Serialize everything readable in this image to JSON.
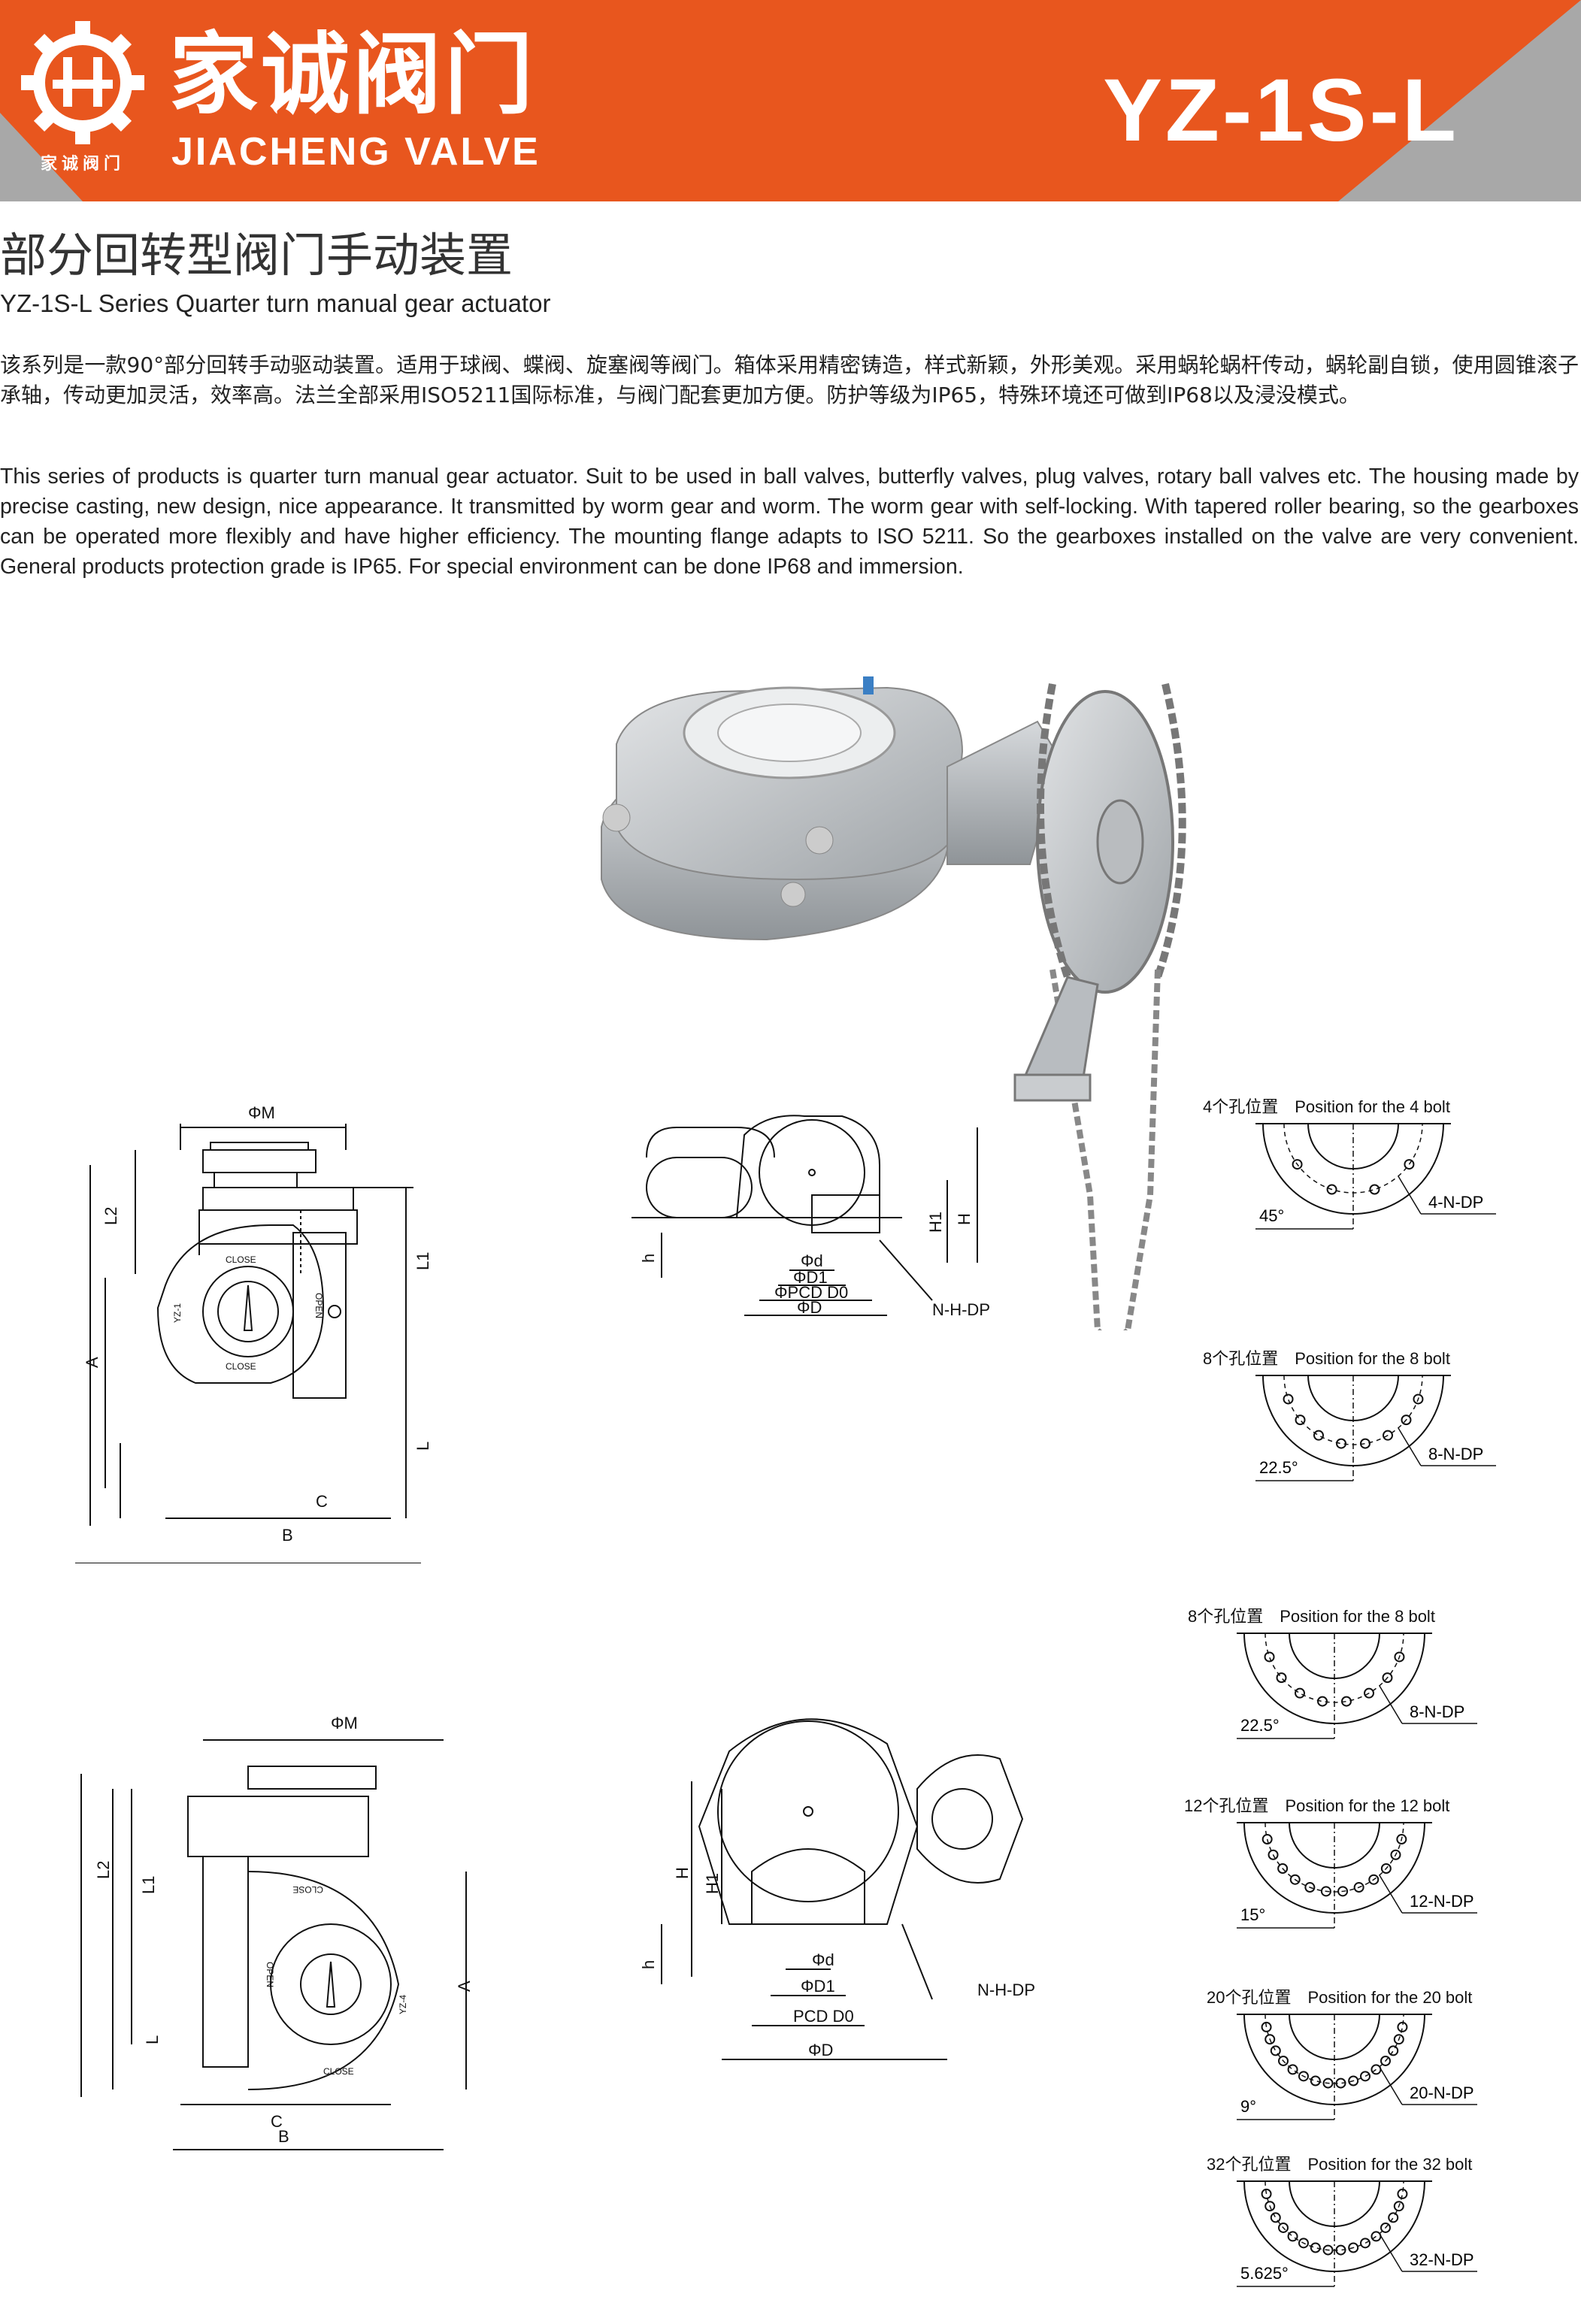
{
  "header": {
    "brand_cn": "家诚阀门",
    "brand_en": "JIACHENG VALVE",
    "brand_small": "家诚阀门",
    "model": "YZ-1S-L",
    "colors": {
      "orange": "#e8561e",
      "gray": "#a8a8a8"
    }
  },
  "title": {
    "cn": "部分回转型阀门手动装置",
    "en": "YZ-1S-L Series Quarter turn manual gear actuator"
  },
  "description": {
    "cn": "该系列是一款90°部分回转手动驱动装置。适用于球阀、蝶阀、旋塞阀等阀门。箱体采用精密铸造，样式新颖，外形美观。采用蜗轮蜗杆传动，蜗轮副自锁，使用圆锥滚子承轴，传动更加灵活，效率高。法兰全部采用ISO5211国际标准，与阀门配套更加方便。防护等级为IP65，特殊环境还可做到IP68以及浸没模式。",
    "en": "This series of products is quarter turn manual gear actuator. Suit to be used in ball valves, butterfly valves, plug valves, rotary ball valves etc. The housing made by precise casting, new design, nice appearance. It transmitted by worm gear and worm. The worm gear with self-locking. With tapered roller bearing, so the gearboxes can be operated more flexibly and have higher efficiency. The mounting flange adapts to ISO 5211. So the gearboxes installed on the valve are very convenient. General products protection grade is IP65. For special environment can be done IP68 and immersion."
  },
  "drawing1": {
    "side": {
      "phiM": "ΦM",
      "L2": "L2",
      "L1": "L1",
      "A": "A",
      "L": "L",
      "C": "C",
      "B": "B",
      "close": "CLOSE",
      "open": "OPEN",
      "model": "YZ-1"
    },
    "front": {
      "H": "H",
      "H1": "H1",
      "h": "h",
      "phid": "Φd",
      "phiD1": "ΦD1",
      "phiPCD": "ΦPCD D0",
      "phiD": "ΦD",
      "nhdp": "N-H-DP"
    }
  },
  "drawing2": {
    "side": {
      "phiM": "ΦM",
      "L2": "L2",
      "L1": "L1",
      "A": "A",
      "L": "L",
      "C": "C",
      "B": "B",
      "close": "CLOSE",
      "open": "OPEN",
      "model": "YZ-4"
    },
    "front": {
      "H": "H",
      "H1": "H1",
      "h": "h",
      "phid": "Φd",
      "phiD1": "ΦD1",
      "phiPCD": "PCD D0",
      "phiD": "ΦD",
      "nhdp": "N-H-DP"
    }
  },
  "bolts": [
    {
      "cn": "4个孔位置",
      "en": "Position for the 4 bolt",
      "angle": "45°",
      "label": "4-N-DP",
      "count": 4
    },
    {
      "cn": "8个孔位置",
      "en": "Position for the 8 bolt",
      "angle": "22.5°",
      "label": "8-N-DP",
      "count": 8
    },
    {
      "cn": "8个孔位置",
      "en": "Position for the 8 bolt",
      "angle": "22.5°",
      "label": "8-N-DP",
      "count": 8
    },
    {
      "cn": "12个孔位置",
      "en": "Position for the 12 bolt",
      "angle": "15°",
      "label": "12-N-DP",
      "count": 12
    },
    {
      "cn": "20个孔位置",
      "en": "Position for the 20 bolt",
      "angle": "9°",
      "label": "20-N-DP",
      "count": 20
    },
    {
      "cn": "32个孔位置",
      "en": "Position for the 32 bolt",
      "angle": "5.625°",
      "label": "32-N-DP",
      "count": 32
    }
  ]
}
